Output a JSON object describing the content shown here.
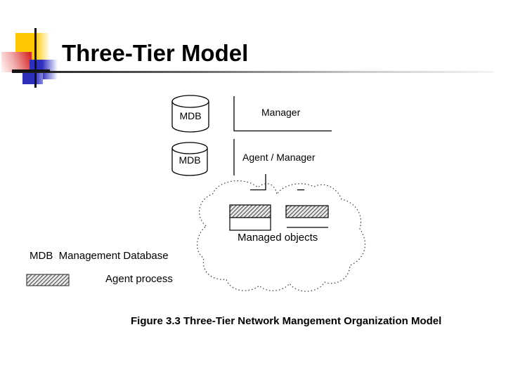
{
  "slide": {
    "title": "Three-Tier Model",
    "caption": "Figure 3.3 Three-Tier Network Mangement Organization Model"
  },
  "diagram": {
    "top_db_label": "MDB",
    "middle_db_label": "MDB",
    "tier1_label": "Manager",
    "tier2_label": "Agent / Manager",
    "cloud_label": "Managed objects"
  },
  "legend": {
    "mdb_entry": "MDB  Management Database",
    "agent_entry": "Agent process"
  },
  "colors": {
    "accent_yellow": "#ffc800",
    "accent_blue": "#2f2fbe",
    "accent_red": "#d92b2b",
    "line_black": "#000000",
    "rule_dark": "#1a1a1a",
    "rule_light": "#f4f4f4"
  }
}
